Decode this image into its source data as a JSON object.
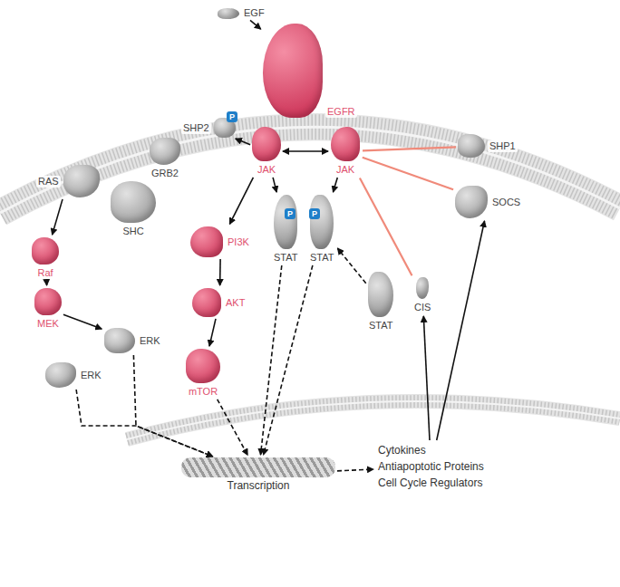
{
  "diagram": {
    "nodes": [
      {
        "text": [
          "EGF"
        ]
      },
      {
        "text": [
          "EGFR"
        ]
      },
      {
        "text": [
          "SHP2"
        ]
      },
      {
        "text": [
          "GRB2"
        ]
      },
      {
        "text": [
          "JAK"
        ]
      },
      {
        "text": [
          "JAK"
        ]
      },
      {
        "text": [
          "SHP1"
        ]
      },
      {
        "text": [
          "RAS"
        ]
      },
      {
        "text": [
          "SHC"
        ]
      },
      {
        "text": [
          "STAT"
        ]
      },
      {
        "text": [
          "STAT"
        ]
      },
      {
        "text": [
          "SOCS"
        ]
      },
      {
        "text": [
          "Raf"
        ]
      },
      {
        "text": [
          "PI3K"
        ]
      },
      {
        "text": [
          "STAT"
        ]
      },
      {
        "text": [
          "CIS"
        ]
      },
      {
        "text": [
          "MEK"
        ]
      },
      {
        "text": [
          "AKT"
        ]
      },
      {
        "text": [
          "ERK"
        ]
      },
      {
        "text": [
          "ERK"
        ]
      },
      {
        "text": [
          "mTOR"
        ]
      },
      {
        "text": [
          "Transcription"
        ]
      },
      {
        "text": [
          "Cytokines",
          "Antiapoptotic Proteins",
          "Cell Cycle Regulators"
        ]
      }
    ],
    "edges": [
      {
        "from": 0,
        "to": 1,
        "arrow": "to"
      },
      {
        "from": 4,
        "to": 2,
        "arrow": "to"
      },
      {
        "from": 4,
        "to": 5,
        "arrow": "both"
      },
      {
        "from": 7,
        "to": 12,
        "arrow": "to"
      },
      {
        "from": 12,
        "to": 16,
        "arrow": "to"
      },
      {
        "from": 16,
        "to": 18,
        "arrow": "to"
      },
      {
        "from": 18,
        "to": 21,
        "arrow": "to"
      },
      {
        "from": 19,
        "to": 21,
        "arrow": "to"
      },
      {
        "from": 4,
        "to": 13,
        "arrow": "to"
      },
      {
        "from": 13,
        "to": 17,
        "arrow": "to"
      },
      {
        "from": 17,
        "to": 20,
        "arrow": "to"
      },
      {
        "from": 20,
        "to": 21,
        "arrow": "to"
      },
      {
        "from": 4,
        "to": 9,
        "arrow": "to"
      },
      {
        "from": 5,
        "to": 10,
        "arrow": "to"
      },
      {
        "from": 14,
        "to": 10,
        "arrow": "to"
      },
      {
        "from": 9,
        "to": 21,
        "arrow": "to"
      },
      {
        "from": 10,
        "to": 21,
        "arrow": "to"
      },
      {
        "from": 21,
        "to": 22,
        "arrow": "to"
      },
      {
        "from": 22,
        "to": 15,
        "arrow": "to"
      },
      {
        "from": 22,
        "to": 11,
        "arrow": "to"
      },
      {
        "from": 11,
        "to": 5,
        "arrow": "none"
      },
      {
        "from": 15,
        "to": 5,
        "arrow": "none"
      },
      {
        "from": 6,
        "to": 5,
        "arrow": "none"
      }
    ],
    "labels": [
      "P",
      "P",
      "P"
    ]
  }
}
